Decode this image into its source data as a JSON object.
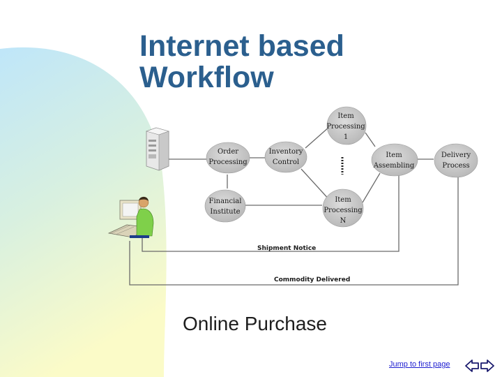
{
  "slide": {
    "title_line1": "Internet based",
    "title_line2": "Workflow",
    "caption": "Online Purchase",
    "jump_link": "Jump to first page"
  },
  "diagram": {
    "nodes": {
      "order_processing": "Order\nProcessing",
      "inventory_control": "Inventory\nControl",
      "financial_institute": "Financial\nInstitute",
      "item_processing_1": "Item\nProcessing\n1",
      "item_processing_n": "Item\nProcessing\nN",
      "item_assembling": "Item\nAssembling",
      "delivery_process": "Delivery\nProcess"
    },
    "flows": {
      "shipment_notice": "Shipment Notice",
      "commodity_delivered": "Commodity Delivered"
    }
  },
  "colors": {
    "title": "#2b5f8e",
    "node_fill": "#c8c8c8",
    "line": "#6a6a6a",
    "link": "#1c1cd0",
    "nav_arrows": "#1a1a6e"
  },
  "icons": {
    "server": "server-icon",
    "customer": "customer-at-computer-icon",
    "back": "back-arrow-icon",
    "forward": "forward-arrow-icon"
  }
}
